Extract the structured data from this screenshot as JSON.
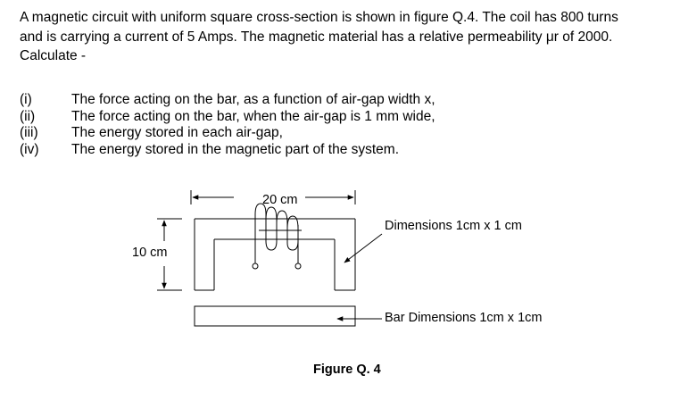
{
  "problem": {
    "line1": "A magnetic circuit with uniform square cross-section is shown in figure Q.4.  The coil has 800 turns",
    "line2": "and is carrying a current of 5 Amps.  The magnetic material has a relative permeability μr of 2000.",
    "line3": "Calculate -"
  },
  "items": [
    {
      "num": "(i)",
      "text": "The force acting on the bar, as a function of air-gap width x,"
    },
    {
      "num": "(ii)",
      "text": "The force acting on the bar, when the air-gap is 1 mm wide,"
    },
    {
      "num": "(iii)",
      "text": "The energy stored in each air-gap,"
    },
    {
      "num": "(iv)",
      "text": "The energy stored in the magnetic part of the system."
    }
  ],
  "figure": {
    "width_label": "20 cm",
    "height_label": "10 cm",
    "core_dim_label": "Dimensions 1cm x 1 cm",
    "bar_dim_label": "Bar Dimensions 1cm x 1cm",
    "caption": "Figure Q. 4"
  }
}
